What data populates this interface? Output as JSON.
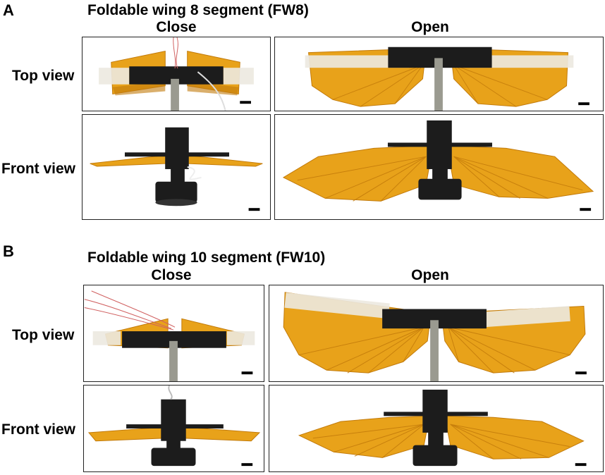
{
  "panels": [
    {
      "letter": "A",
      "title": "Foldable wing 8 segment (FW8)",
      "columns": [
        "Close",
        "Open"
      ],
      "rows": [
        "Top view",
        "Front view"
      ]
    },
    {
      "letter": "B",
      "title": "Foldable wing 10 segment (FW10)",
      "columns": [
        "Close",
        "Open"
      ],
      "rows": [
        "Top view",
        "Front view"
      ]
    }
  ],
  "colors": {
    "wing": "#e8a21a",
    "wing_dark": "#c27a0a",
    "mount": "#1c1c1c",
    "metal": "#9a9a90",
    "tape": "#ece9e0"
  }
}
